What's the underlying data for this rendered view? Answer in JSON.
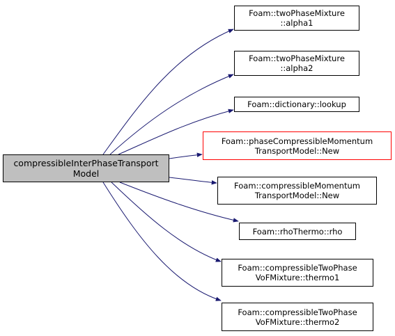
{
  "root": {
    "lines": [
      "compressibleInterPhaseTransport",
      "Model"
    ]
  },
  "callees": [
    {
      "lines": [
        "Foam::twoPhaseMixture",
        "::alpha1"
      ],
      "border": "#000000"
    },
    {
      "lines": [
        "Foam::twoPhaseMixture",
        "::alpha2"
      ],
      "border": "#000000"
    },
    {
      "lines": [
        "Foam::dictionary::lookup"
      ],
      "border": "#000000"
    },
    {
      "lines": [
        "Foam::phaseCompressibleMomentum",
        "TransportModel::New"
      ],
      "border": "#ff0000"
    },
    {
      "lines": [
        "Foam::compressibleMomentum",
        "TransportModel::New"
      ],
      "border": "#000000"
    },
    {
      "lines": [
        "Foam::rhoThermo::rho"
      ],
      "border": "#000000"
    },
    {
      "lines": [
        "Foam::compressibleTwoPhase",
        "VoFMixture::thermo1"
      ],
      "border": "#000000"
    },
    {
      "lines": [
        "Foam::compressibleTwoPhase",
        "VoFMixture::thermo2"
      ],
      "border": "#000000"
    }
  ],
  "colors": {
    "edge": "#191970",
    "root_fill": "#bfbfbf",
    "node_border": "#000000",
    "highlight_border": "#ff0000"
  }
}
